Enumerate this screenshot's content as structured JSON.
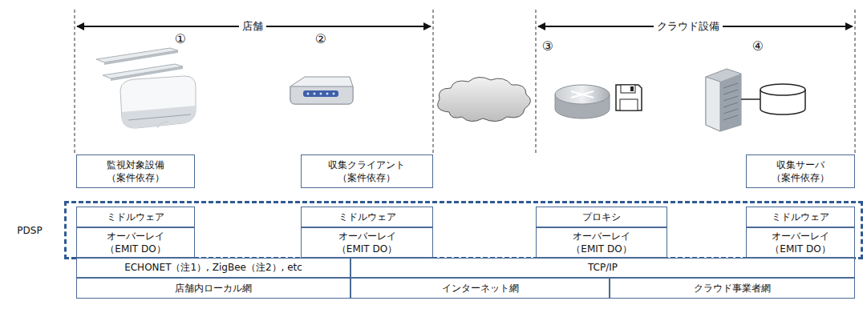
{
  "diagram": {
    "nodes": [
      {
        "text": [
          "監視対象設備 （案件依存）"
        ]
      },
      {
        "text": [
          "収集クライアント （案件依存）"
        ]
      },
      {
        "text": [
          "収集サーバ （案件依存）"
        ]
      },
      {
        "text": [
          "PDSP"
        ]
      },
      {
        "text": [
          "ミドルウェア"
        ],
        "in": 3
      },
      {
        "text": [
          "ミドルウェア"
        ],
        "in": 3
      },
      {
        "text": [
          "プロキシ"
        ],
        "in": 3
      },
      {
        "text": [
          "ミドルウェア"
        ],
        "in": 3
      },
      {
        "text": [
          "オーバーレイ （EMIT DO）"
        ],
        "in": 3
      },
      {
        "text": [
          "オーバーレイ （EMIT DO）"
        ],
        "in": 3
      },
      {
        "text": [
          "オーバーレイ （EMIT DO）"
        ],
        "in": 3
      },
      {
        "text": [
          "オーバーレイ （EMIT DO）"
        ],
        "in": 3
      },
      {
        "text": [
          "ECHONET（注1）, ZigBee（注2）, etc"
        ]
      },
      {
        "text": [
          "TCP/IP"
        ]
      },
      {
        "text": [
          "店舗内ローカル網"
        ]
      },
      {
        "text": [
          "インターネット網"
        ]
      },
      {
        "text": [
          "クラウド事業者網"
        ]
      }
    ],
    "labels": [
      "店舗",
      "クラウド設備",
      "①",
      "②",
      "③",
      "④"
    ]
  }
}
